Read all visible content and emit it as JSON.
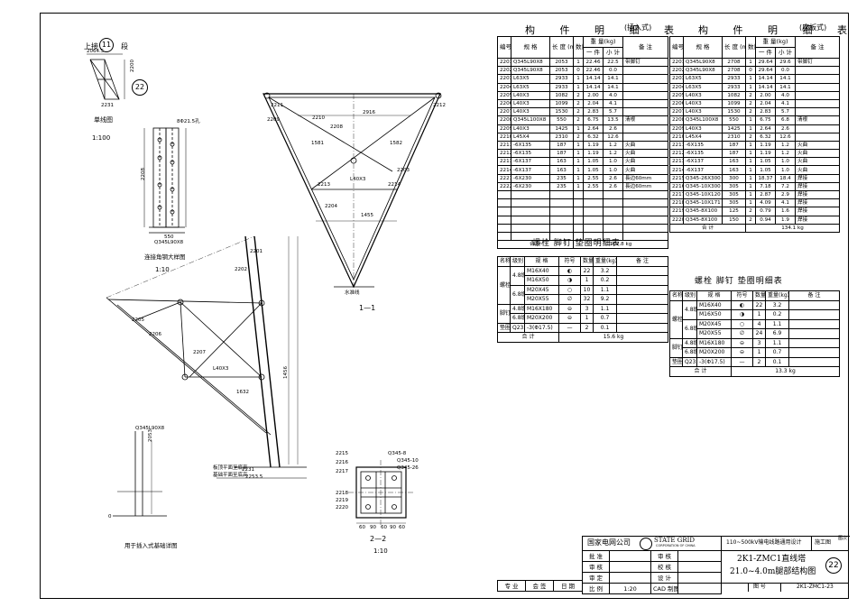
{
  "parts_left": {
    "title": "构 件 明 细 表",
    "title_note": "(插入式)",
    "headers": [
      "编号",
      "规 格",
      "长 度 (mm)",
      "数量",
      "重 量(kg)",
      "备 注"
    ],
    "sub_headers": [
      "一 件",
      "小 计"
    ],
    "rows": [
      [
        "2201",
        "Q345L90X8",
        "2053",
        "1",
        "22.46",
        "22.5",
        "带脚钉"
      ],
      [
        "2202",
        "Q345L90X8",
        "2053",
        "0",
        "22.46",
        "0.0",
        ""
      ],
      [
        "2203",
        "L63X5",
        "2933",
        "1",
        "14.14",
        "14.1",
        ""
      ],
      [
        "2204",
        "L63X5",
        "2933",
        "1",
        "14.14",
        "14.1",
        ""
      ],
      [
        "2205",
        "L40X3",
        "1082",
        "2",
        "2.00",
        "4.0",
        ""
      ],
      [
        "2206",
        "L40X3",
        "1099",
        "2",
        "2.04",
        "4.1",
        ""
      ],
      [
        "2207",
        "L40X3",
        "1530",
        "2",
        "2.83",
        "5.7",
        ""
      ],
      [
        "2208",
        "Q345L100X8",
        "550",
        "2",
        "6.75",
        "13.5",
        "清根"
      ],
      [
        "2209",
        "L40X3",
        "1425",
        "1",
        "2.64",
        "2.6",
        ""
      ],
      [
        "2210",
        "L45X4",
        "2310",
        "2",
        "6.32",
        "12.6",
        ""
      ],
      [
        "2211",
        "-6X135",
        "187",
        "1",
        "1.19",
        "1.2",
        "火曲"
      ],
      [
        "2212",
        "-6X135",
        "187",
        "1",
        "1.19",
        "1.2",
        "火曲"
      ],
      [
        "2213",
        "-6X137",
        "163",
        "1",
        "1.05",
        "1.0",
        "火曲"
      ],
      [
        "2214",
        "-6X137",
        "163",
        "1",
        "1.05",
        "1.0",
        "火曲"
      ],
      [
        "2221",
        "-6X230",
        "235",
        "1",
        "2.55",
        "2.6",
        "長边60mm"
      ],
      [
        "2222",
        "-6X230",
        "235",
        "1",
        "2.55",
        "2.6",
        "長边60mm"
      ]
    ],
    "total_label": "合 计",
    "total": "102.8 kg"
  },
  "parts_right": {
    "title": "构 件 明 细 表",
    "title_note": "(座板式)",
    "headers": [
      "编号",
      "规 格",
      "长 度 (mm)",
      "数量",
      "重 量(kg)",
      "备 注"
    ],
    "sub_headers": [
      "一 件",
      "小 计"
    ],
    "rows": [
      [
        "2201",
        "Q345L90X8",
        "2708",
        "1",
        "29.64",
        "29.6",
        "带脚钉"
      ],
      [
        "2202",
        "Q345L90X8",
        "2708",
        "0",
        "29.64",
        "0.0",
        ""
      ],
      [
        "2203",
        "L63X5",
        "2933",
        "1",
        "14.14",
        "14.1",
        ""
      ],
      [
        "2204",
        "L63X5",
        "2933",
        "1",
        "14.14",
        "14.1",
        ""
      ],
      [
        "2205",
        "L40X3",
        "1082",
        "2",
        "2.00",
        "4.0",
        ""
      ],
      [
        "2206",
        "L40X3",
        "1099",
        "2",
        "2.04",
        "4.1",
        ""
      ],
      [
        "2207",
        "L40X3",
        "1530",
        "2",
        "2.83",
        "5.7",
        ""
      ],
      [
        "2208",
        "Q345L100X8",
        "550",
        "1",
        "6.75",
        "6.8",
        "清根"
      ],
      [
        "2209",
        "L40X3",
        "1425",
        "1",
        "2.64",
        "2.6",
        ""
      ],
      [
        "2210",
        "L45X4",
        "2310",
        "2",
        "6.32",
        "12.6",
        ""
      ],
      [
        "2211",
        "-6X135",
        "187",
        "1",
        "1.19",
        "1.2",
        "火曲"
      ],
      [
        "2212",
        "-6X135",
        "187",
        "1",
        "1.19",
        "1.2",
        "火曲"
      ],
      [
        "2213",
        "-6X137",
        "163",
        "1",
        "1.05",
        "1.0",
        "火曲"
      ],
      [
        "2214",
        "-6X137",
        "163",
        "1",
        "1.05",
        "1.0",
        "火曲"
      ],
      [
        "2215",
        "Q345-26X300",
        "300",
        "1",
        "18.37",
        "18.4",
        "焊接"
      ],
      [
        "2216",
        "Q345-10X300",
        "305",
        "1",
        "7.18",
        "7.2",
        "焊接"
      ],
      [
        "2217",
        "Q345-10X120",
        "305",
        "1",
        "2.87",
        "2.9",
        "焊接"
      ],
      [
        "2218",
        "Q345-10X171",
        "305",
        "1",
        "4.09",
        "4.1",
        "焊接"
      ],
      [
        "2219",
        "Q345-8X100",
        "125",
        "2",
        "0.79",
        "1.6",
        "焊接"
      ],
      [
        "2220",
        "Q345-8X100",
        "150",
        "2",
        "0.94",
        "1.9",
        "焊接"
      ]
    ],
    "total_label": "合 计",
    "total": "134.1 kg"
  },
  "bolts_left": {
    "title": "螺栓 脚钉 垫圈明细表",
    "headers": [
      "名称",
      "级别",
      "规 格",
      "符号",
      "数量",
      "重量(kg)",
      "备 注"
    ],
    "groups": [
      "螺栓",
      "脚钉",
      "垫圈"
    ],
    "grades": [
      "4.8级",
      "6.8级",
      "4.8级",
      "6.8级",
      "Q235"
    ],
    "rows": [
      [
        "M16X40",
        "22",
        "3.2"
      ],
      [
        "M16X50",
        "1",
        "0.2"
      ],
      [
        "M20X45",
        "10",
        "1.1"
      ],
      [
        "M20X55",
        "32",
        "9.2"
      ],
      [
        "M16X180",
        "3",
        "1.1"
      ],
      [
        "M20X200",
        "1",
        "0.7"
      ],
      [
        "-3(Φ17.5)",
        "2",
        "0.1"
      ]
    ],
    "washer_note": "规格x个数",
    "total_label": "合 计",
    "total": "15.6 kg"
  },
  "bolts_right": {
    "title": "螺栓 脚钉 垫圈明细表",
    "headers": [
      "名称",
      "级别",
      "规 格",
      "符号",
      "数量",
      "重量(kg)",
      "备 注"
    ],
    "groups": [
      "螺栓",
      "脚钉",
      "垫圈"
    ],
    "grades": [
      "4.8级",
      "6.8级",
      "4.8级",
      "6.8级",
      "Q235"
    ],
    "rows": [
      [
        "M16X40",
        "22",
        "3.2"
      ],
      [
        "M16X50",
        "1",
        "0.2"
      ],
      [
        "M20X45",
        "4",
        "1.1"
      ],
      [
        "M20X55",
        "24",
        "6.9"
      ],
      [
        "M16X180",
        "3",
        "1.1"
      ],
      [
        "M20X200",
        "1",
        "0.7"
      ],
      [
        "-3(Φ17.5)",
        "2",
        "0.1"
      ]
    ],
    "washer_note": "规格x个数",
    "total_label": "合 计",
    "total": "13.3 kg"
  },
  "drawings": {
    "upper_label": "上接",
    "upper_num": "11",
    "upper_suffix": "段",
    "sheet_circle": "22",
    "single_line_title": "单线图",
    "single_line_scale": "1:100",
    "single_dims": [
      "2064.5",
      "2231",
      "2200"
    ],
    "connector_title": "连接角钢大样图",
    "connector_scale": "1:10",
    "connector_labels": [
      "8Φ21.5孔",
      "Q345L90X8",
      "550",
      "2208"
    ],
    "section11_title": "1—1",
    "section11_labels": [
      "2916",
      "2210",
      "2209",
      "2208",
      "2204",
      "2203",
      "2211",
      "2212",
      "2213",
      "2214",
      "1455",
      "1581",
      "1582",
      "L40X3",
      "水准线"
    ],
    "insert_title": "用于插入式基础详图",
    "insert_labels": [
      "2201",
      "2202",
      "2205",
      "2206",
      "2207",
      "Q345L90X8",
      "2053",
      "1456",
      "1632",
      "L40X3",
      "2231",
      "2253.5",
      "板顶平面至底高",
      "基础平面至底高",
      "0"
    ],
    "section22_title": "2—2",
    "section22_scale": "1:10",
    "section22_labels": [
      "2215",
      "2216",
      "2217",
      "2218",
      "2219",
      "2220",
      "Q345-8",
      "Q345-10",
      "Q345-26",
      "60",
      "90",
      "60",
      "90",
      "60"
    ]
  },
  "title_block": {
    "company": "国家电网公司",
    "brand": "STATE GRID",
    "brand_sub": "CORPORATION OF CHINA",
    "project": "110~500kV输电线路通用设计",
    "stage": "施工图",
    "stage_label": "图次",
    "drawing_name_1": "2K1-ZMC1直线塔",
    "drawing_name_2": "21.0~4.0m腿部结构图",
    "circle": "22",
    "labels": [
      "批 准",
      "审 核",
      "审 核",
      "校 核",
      "审 定",
      "设 计",
      "比 例",
      "CAD 制图",
      "图 号"
    ],
    "scale": "1:20",
    "drawing_no": "2K1-ZMC1-23",
    "signature_cols": [
      "专 业",
      "会 签",
      "日 期"
    ]
  }
}
